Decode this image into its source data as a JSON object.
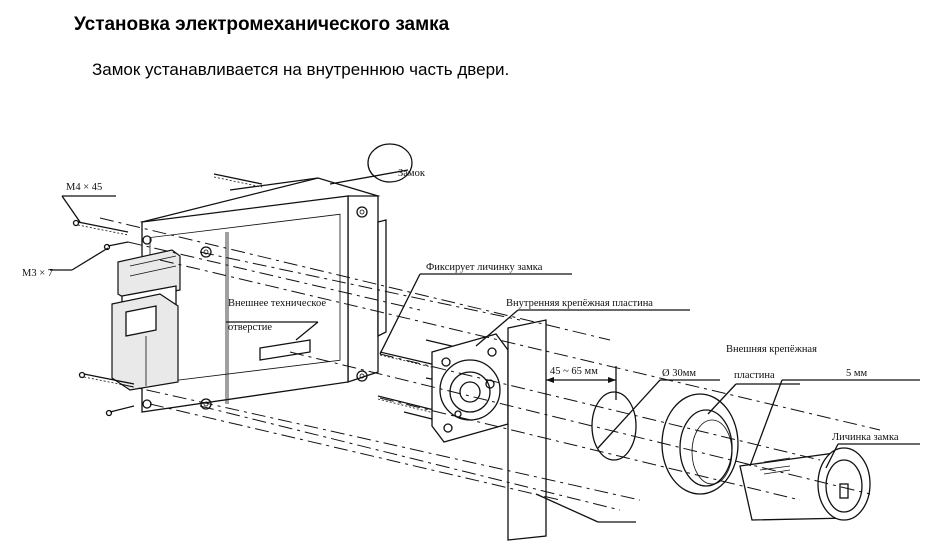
{
  "header": {
    "title": "Установка электромеханического замка",
    "subtitle": "Замок устанавливается на внутреннюю часть двери."
  },
  "diagram": {
    "labels": {
      "lock": "Замок",
      "screw_m4": "M4 × 45",
      "screw_m3": "M3 × 7",
      "hole_line1": "Внешнее техническое",
      "hole_line2": "отверстие",
      "fixes_cylinder": "Фиксирует личинку замка",
      "inner_plate": "Внутренняя крепёжная пластина",
      "door_thickness": "45 ~ 65 мм",
      "diameter": "Ø 30мм",
      "outer_plate_line1": "Внешняя крепёжная",
      "outer_plate_line2": "пластина",
      "gap": "5 мм",
      "cylinder": "Личинка замка"
    }
  }
}
